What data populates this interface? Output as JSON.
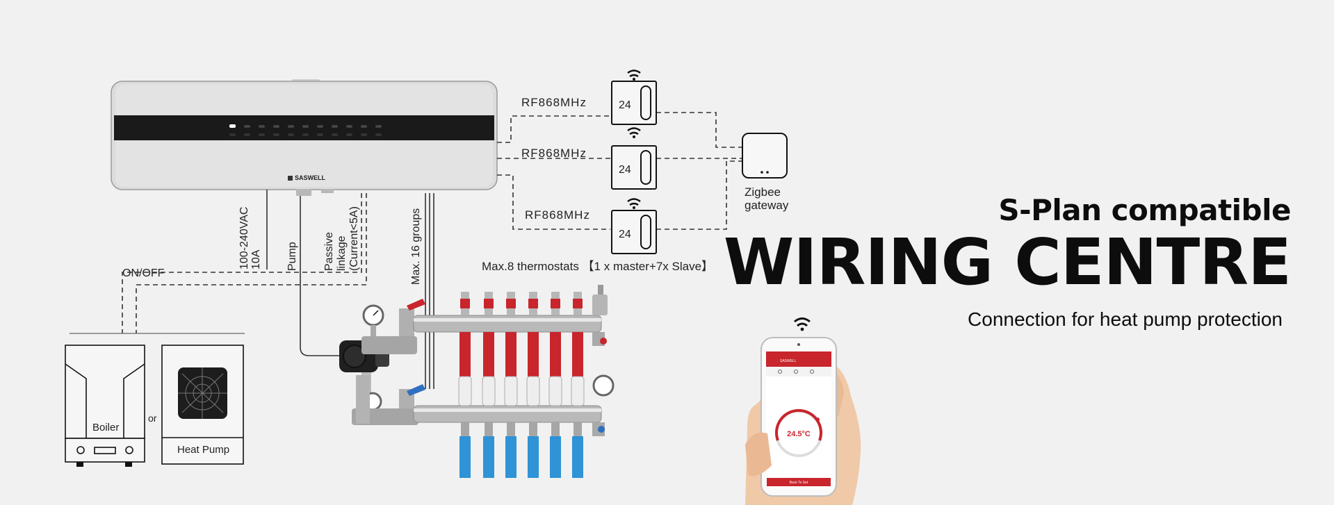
{
  "hero": {
    "subtitle": "S-Plan compatible",
    "title": "WIRING CENTRE",
    "description": "Connection for heat pump protection"
  },
  "diagram": {
    "rf_labels": [
      "RF868MHz",
      "RF868MHz",
      "RF868MHz"
    ],
    "gateway_label_1": "Zigbee",
    "gateway_label_2": "gateway",
    "brand": "SASWELL",
    "thermostat_display": "24",
    "wire_power_1": "100-240VAC",
    "wire_power_2": "10A",
    "wire_pump": "Pump",
    "wire_passive_1": "Passive",
    "wire_passive_2": "linkage",
    "wire_passive_3": "(Current<5A)",
    "wire_groups": "Max. 16 groups",
    "thermostat_note": "Max.8 thermostats 【1 x master+7x Slave】",
    "onoff": "ON/OFF",
    "boiler": "Boiler",
    "or": "or",
    "heat_pump": "Heat Pump"
  },
  "phone": {
    "temperature": "24.5°C",
    "header": "SASWELL",
    "bottom_button": "Back To Set"
  },
  "colors": {
    "background": "#f1f1f1",
    "accent_red": "#c9252c",
    "pipe_blue": "#2f93d6",
    "panel_dark": "#1a1a1a"
  }
}
